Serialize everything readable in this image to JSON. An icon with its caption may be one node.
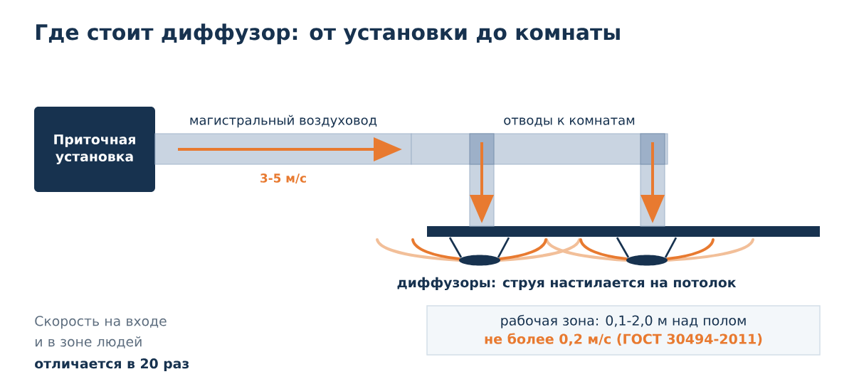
{
  "diagram": {
    "title": "Где стоит диффузор: от установки до комнаты",
    "nodes": [
      {
        "text": [
          "Приточная установка"
        ]
      },
      {
        "text": [
          "магистральный воздуховод"
        ],
        "beside": [
          "3-5 м/с"
        ]
      },
      {
        "text": [
          "отводы к комнатам"
        ]
      },
      {
        "text": [
          "рабочая зона: 0,1-2,0 м над полом",
          "не более 0,2 м/с (ГОСТ 30494-2011)"
        ]
      }
    ],
    "labels": [
      "диффузоры: струя настилается на потолок",
      "Скорость на входе и в зоне людей",
      "отличается в 20 раз"
    ]
  }
}
